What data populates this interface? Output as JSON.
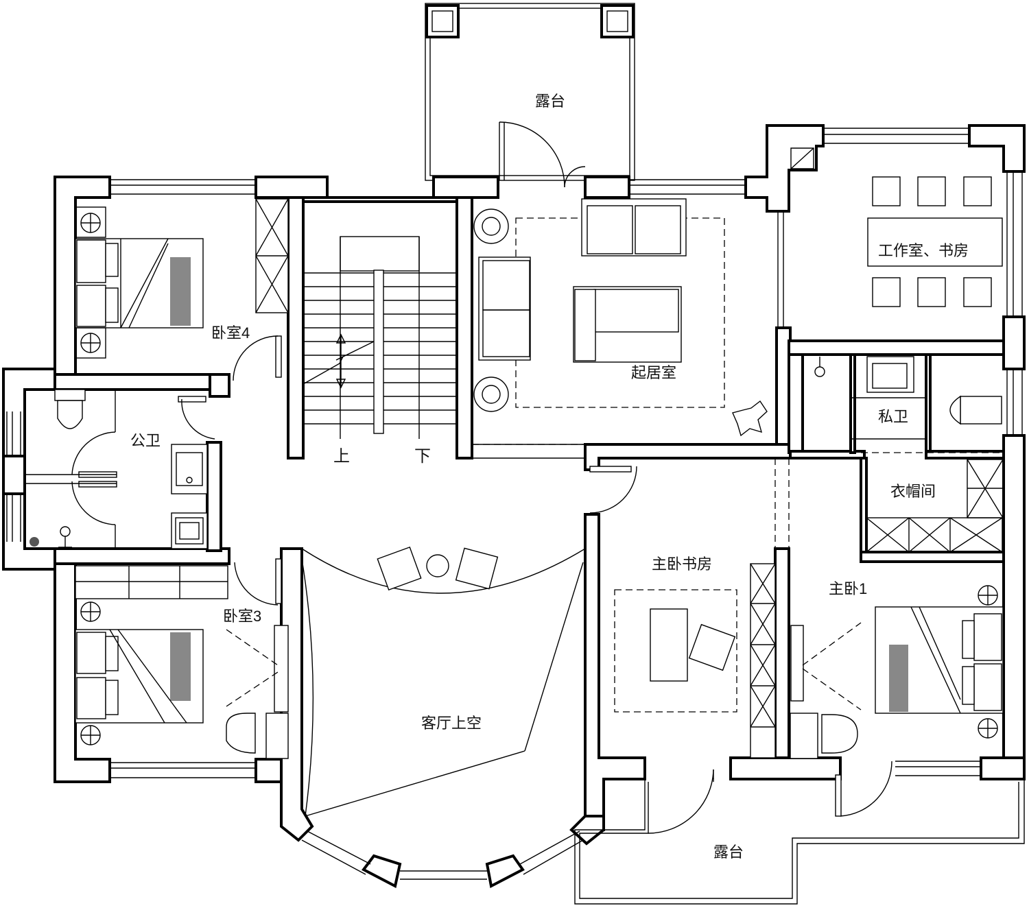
{
  "rooms": {
    "terrace_top": "露台",
    "terrace_bottom": "露台",
    "bedroom_4": "卧室4",
    "public_bath": "公卫",
    "bedroom_3": "卧室3",
    "living_void": "客厅上空",
    "family_room": "起居室",
    "studio_study": "工作室、书房",
    "private_bath": "私卫",
    "walk_in_closet": "衣帽间",
    "master_study": "主卧书房",
    "master_bedroom": "主卧1"
  },
  "stairs": {
    "up": "上",
    "down": "下"
  },
  "colors": {
    "line": "#000000",
    "background": "#ffffff"
  }
}
